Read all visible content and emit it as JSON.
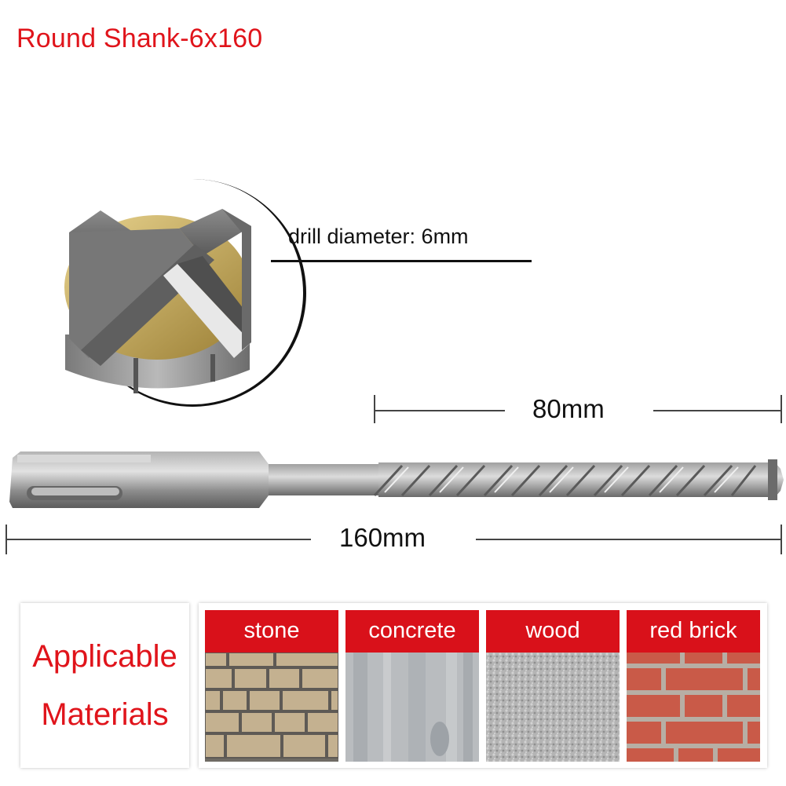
{
  "title": "Round Shank-6x160",
  "tip_detail": {
    "label": "drill diameter: 6mm"
  },
  "dimensions": {
    "flute_length": "80mm",
    "total_length": "160mm"
  },
  "materials": {
    "heading_line1": "Applicable",
    "heading_line2": "Materials",
    "items": [
      {
        "label": "stone"
      },
      {
        "label": "concrete"
      },
      {
        "label": "wood"
      },
      {
        "label": "red brick"
      }
    ]
  },
  "colors": {
    "accent_red": "#d9111a",
    "title_red": "#e0141b"
  }
}
